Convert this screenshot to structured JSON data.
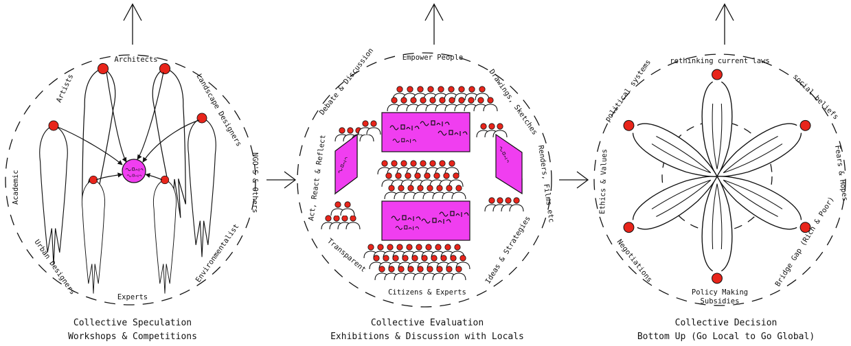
{
  "panels": [
    {
      "id": "speculation",
      "caption": [
        "Collective Speculation",
        "Workshops & Competitions"
      ],
      "labels": {
        "architects": "Architects",
        "artists": "Artists",
        "landscape": "Landscape Designers",
        "ngos": "NGO'S & Others",
        "academic": "Academic",
        "urban": "Urban Designers",
        "experts": "Experts",
        "environmentalist": "Environmentalist"
      }
    },
    {
      "id": "evaluation",
      "caption": [
        "Collective Evaluation",
        "Exhibitions & Discussion with Locals"
      ],
      "labels": {
        "empower": "Empower People",
        "debate": "Debate & Discussion",
        "drawings": "Drawings, Sketches",
        "act": "Act, React & Reflect",
        "renders": "Renders, Films etc",
        "transparent": "Transparent",
        "ideas": "Ideas & Strategies",
        "citizens": "Citizens & Experts"
      }
    },
    {
      "id": "decision",
      "caption": [
        "Collective Decision",
        "Bottom Up (Go Local to Go Global)"
      ],
      "labels": {
        "laws": "rethinking current laws",
        "political": "political systems",
        "social": "social beliefs",
        "fears": "Fears & Hopes",
        "ethics": "Ethics & Values",
        "negotiations": "Negotiations",
        "bridge": "Bridge Gap (Rich & Poor)",
        "policy1": "Policy Making",
        "policy2": "Subsidies"
      }
    }
  ],
  "colors": {
    "head": "#e8251b",
    "board": "#f03ef0",
    "ink": "#111111"
  }
}
